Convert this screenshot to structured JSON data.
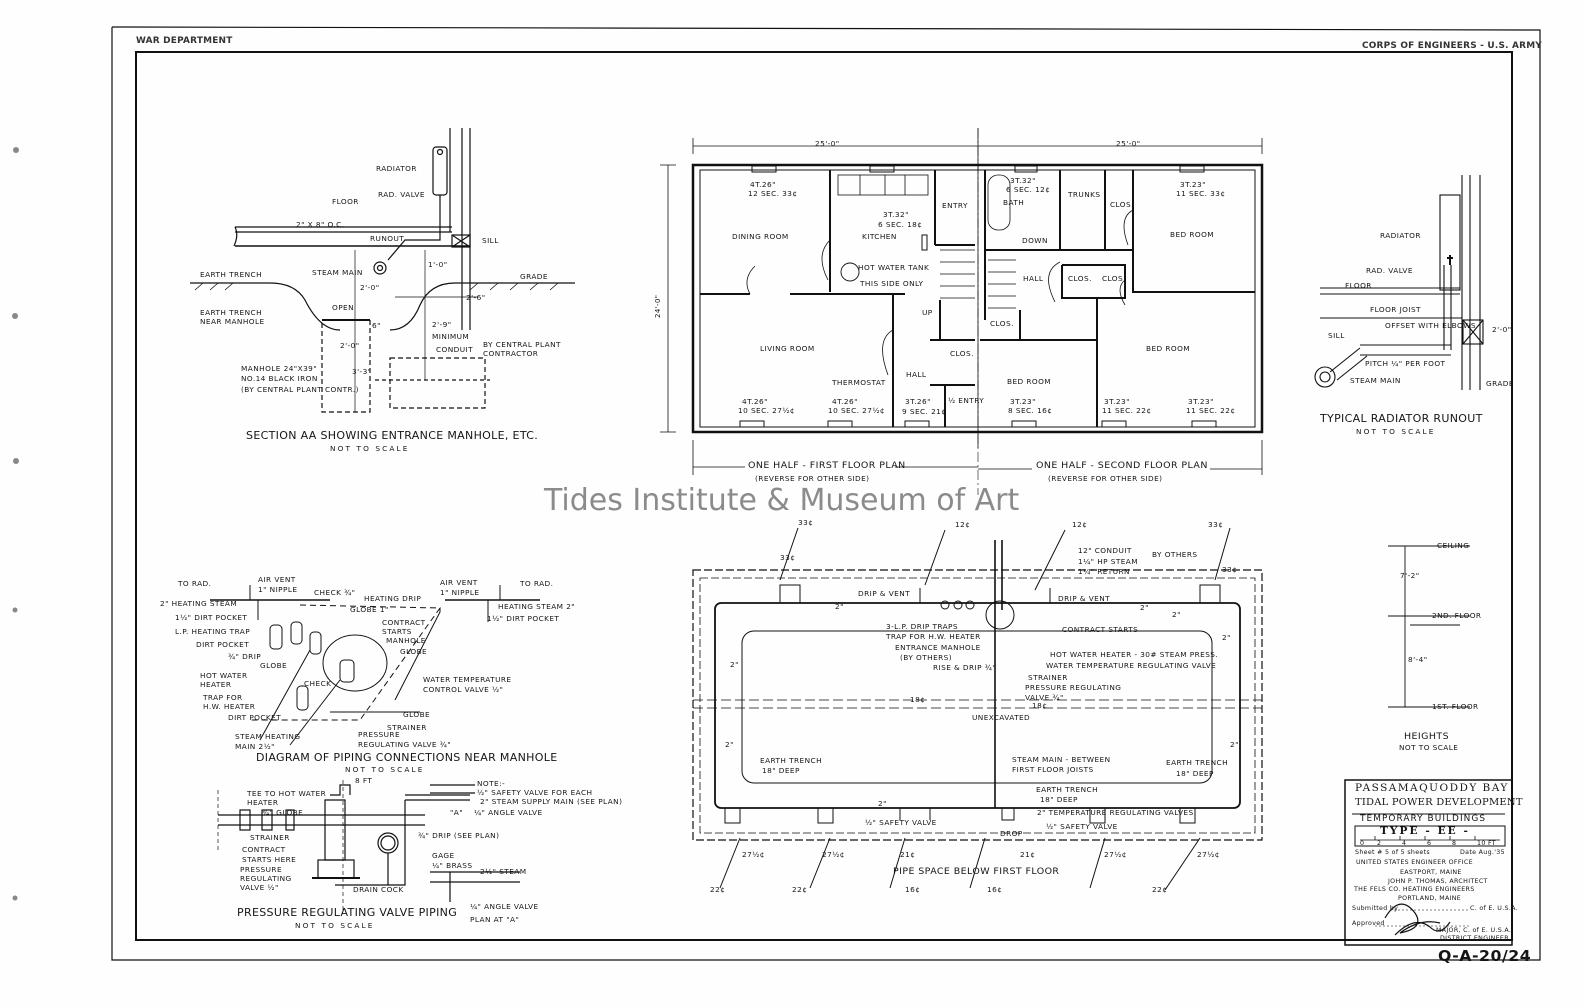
{
  "header": {
    "left": "WAR DEPARTMENT",
    "right": "CORPS OF ENGINEERS - U.S. ARMY"
  },
  "watermark": "Tides Institute & Museum of Art",
  "drawing_number": "Q-A-20/24",
  "section_aa": {
    "title": "SECTION AA SHOWING ENTRANCE MANHOLE, ETC.",
    "subtitle": "NOT TO SCALE",
    "labels": [
      "RADIATOR",
      "RAD. VALVE",
      "FLOOR",
      "2\" x 8\" o.c.",
      "RUNOUT",
      "SILL",
      "EARTH TRENCH",
      "STEAM MAIN",
      "GRADE",
      "1'-0\"",
      "2'-0\"",
      "2'-6\"",
      "OPEN",
      "EARTH TRENCH",
      "NEAR MANHOLE",
      "6\"",
      "2'-9\"",
      "MINIMUM",
      "2'-0\"",
      "CONDUIT",
      "BY CENTRAL PLANT",
      "CONTRACTOR",
      "MANHOLE 24\"x39\"",
      "No.14 BLACK IRON",
      "(BY CENTRAL PLANT CONTR.)",
      "3'-3\""
    ]
  },
  "floor_plan": {
    "first_title": "ONE HALF - FIRST FLOOR PLAN",
    "first_sub": "(REVERSE FOR OTHER SIDE)",
    "second_title": "ONE HALF - SECOND FLOOR PLAN",
    "second_sub": "(REVERSE FOR OTHER SIDE)",
    "labels": [
      "25'-0\"",
      "25'-0\"",
      "DINING ROOM",
      "KITCHEN",
      "ENTRY",
      "BATH",
      "TRUNKS",
      "CLOS.",
      "BED ROOM",
      "HOT WATER TANK",
      "THIS SIDE ONLY",
      "DOWN",
      "HALL",
      "CLOS.",
      "CLOS.",
      "CLOS.",
      "LIVING ROOM",
      "BED ROOM",
      "THERMOSTAT",
      "HALL",
      "CLOS.",
      "BED ROOM",
      "½ ENTRY",
      "UP",
      "24'-0\""
    ],
    "radiators": [
      "4T.26\"",
      "12 SEC. 33¢",
      "3T.32\"",
      "6 SEC. 18¢",
      "3T.32\"",
      "6 SEC. 12¢",
      "3T.23\"",
      "11 SEC. 33¢",
      "4T.26\"",
      "10 SEC. 27½¢",
      "4T.26\"",
      "10 SEC. 27½¢",
      "3T.26\"",
      "9 SEC. 21¢",
      "3T.23\"",
      "8 SEC. 16¢",
      "3T.23\"",
      "11 SEC. 22¢",
      "3T.23\"",
      "11 SEC. 22¢"
    ]
  },
  "radiator_runout": {
    "title": "TYPICAL RADIATOR RUNOUT",
    "subtitle": "NOT TO SCALE",
    "labels": [
      "RADIATOR",
      "RAD. VALVE",
      "FLOOR",
      "FLOOR JOIST",
      "2'-0\"",
      "OFFSET WITH ELBOWS",
      "SILL",
      "PITCH ¼\" PER FOOT",
      "STEAM MAIN",
      "GRADE"
    ]
  },
  "heights": {
    "title": "HEIGHTS",
    "subtitle": "NOT TO SCALE",
    "labels": [
      "CEILING",
      "7'-2\"",
      "2ND. FLOOR",
      "8'-4\"",
      "1ST. FLOOR"
    ]
  },
  "piping_diagram": {
    "title": "DIAGRAM OF PIPING CONNECTIONS NEAR MANHOLE",
    "subtitle": "NOT TO SCALE",
    "labels": [
      "TO RAD.",
      "AIR VENT",
      "1\" NIPPLE",
      "CHECK ¾\"",
      "HEATING DRIP",
      "AIR VENT",
      "1\" NIPPLE",
      "TO RAD.",
      "2\" HEATING STEAM",
      "HEATING STEAM 2\"",
      "1½\" DIRT POCKET",
      "GLOBE 1\"",
      "1½\" DIRT POCKET",
      "CONTRACT",
      "STARTS",
      "MANHOLE",
      "L.P. HEATING TRAP",
      "GLOBE",
      "DIRT POCKET",
      "¾\" DRIP",
      "GLOBE",
      "HOT WATER",
      "HEATER",
      "CHECK",
      "WATER TEMPERATURE",
      "CONTROL VALVE ½\"",
      "TRAP FOR",
      "H.W. HEATER",
      "GLOBE",
      "DIRT POCKET",
      "STRAINER",
      "STEAM HEATING",
      "MAIN 2½\"",
      "PRESSURE",
      "REGULATING VALVE ¾\""
    ]
  },
  "valve_piping": {
    "title": "PRESSURE REGULATING VALVE PIPING",
    "subtitle": "NOT TO SCALE",
    "labels": [
      "8 FT",
      "NOTE:-",
      "½\" SAFETY VALVE FOR EACH",
      "2\" STEAM SUPPLY MAIN (SEE PLAN)",
      "TEE TO HOT WATER",
      "HEATER",
      "¾\" GLOBE",
      "\"A\"",
      "¼\" ANGLE VALVE",
      "STRAINER",
      "¾\" DRIP (SEE PLAN)",
      "CONTRACT",
      "STARTS HERE",
      "GAGE",
      "¼\" BRASS",
      "PRESSURE",
      "REGULATING",
      "VALVE ½\"",
      "2½\" STEAM",
      "DRAIN COCK",
      "¼\" ANGLE VALVE",
      "PLAN AT \"A\""
    ]
  },
  "pipe_space": {
    "title": "PIPE SPACE BELOW FIRST FLOOR",
    "labels": [
      "33¢",
      "12¢",
      "12¢",
      "33¢",
      "33¢",
      "33¢",
      "12\" CONDUIT",
      "1¼\" HP STEAM",
      "1¼\" RETURN",
      "BY OTHERS",
      "DRIP & VENT",
      "DRIP & VENT",
      "3-L.P. DRIP TRAPS",
      "TRAP FOR H.W. HEATER",
      "ENTRANCE MANHOLE",
      "(BY OTHERS)",
      "RISE & DRIP ¾\"",
      "CONTRACT STARTS",
      "HOT WATER HEATER - 30# STEAM PRESS.",
      "WATER TEMPERATURE REGULATING VALVE",
      "STRAINER",
      "PRESSURE REGULATING",
      "VALVE ¾\"",
      "18¢",
      "18¢",
      "UNEXCAVATED",
      "EARTH TRENCH",
      "18\" DEEP",
      "STEAM MAIN - BETWEEN",
      "FIRST FLOOR JOISTS",
      "EARTH TRENCH",
      "18\" DEEP",
      "EARTH TRENCH",
      "18\" DEEP",
      "2\" TEMPERATURE REGULATING VALVES",
      "½\" SAFETY VALVE",
      "½\" SAFETY VALVE",
      "DROP",
      "27½¢",
      "27½¢",
      "21¢",
      "21¢",
      "27½¢",
      "27½¢",
      "22¢",
      "22¢",
      "16¢",
      "16¢",
      "22¢",
      "2\"",
      "2\"",
      "2\"",
      "2\"",
      "2\"",
      "2\"",
      "2\"",
      "2\""
    ]
  },
  "title_block": {
    "line1": "PASSAMAQUODDY BAY",
    "line2": "TIDAL POWER DEVELOPMENT",
    "line3": "TEMPORARY BUILDINGS",
    "type": "TYPE - EE -",
    "scale_ticks": [
      "0",
      "2",
      "4",
      "6",
      "8",
      "10 FT"
    ],
    "sheet": "Sheet # 5 of 5 sheets",
    "date": "Date Aug.'35",
    "office": "UNITED STATES ENGINEER OFFICE",
    "office_location": "EASTPORT, MAINE",
    "architect": "JOHN P. THOMAS, ARCHITECT",
    "engineers": "THE FELS CO.   HEATING ENGINEERS",
    "engineers_location": "PORTLAND, MAINE",
    "submitted_label": "Submitted by",
    "submitted_title": "C. of E. U.S.A.",
    "approved_label": "Approved",
    "approved_title": "MAJOR, C. of E. U.S.A.",
    "approved_role": "DISTRICT ENGINEER"
  }
}
